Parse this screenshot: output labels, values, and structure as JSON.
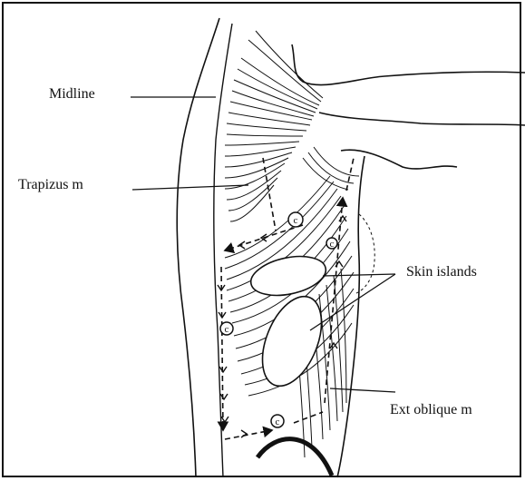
{
  "figure": {
    "labels": {
      "midline": "Midline",
      "trapezius": "Trapizus m",
      "skin_islands": "Skin islands",
      "ext_oblique": "Ext oblique m"
    },
    "perforator_marker_text": "c",
    "colors": {
      "ink": "#111111",
      "background": "#ffffff"
    }
  }
}
